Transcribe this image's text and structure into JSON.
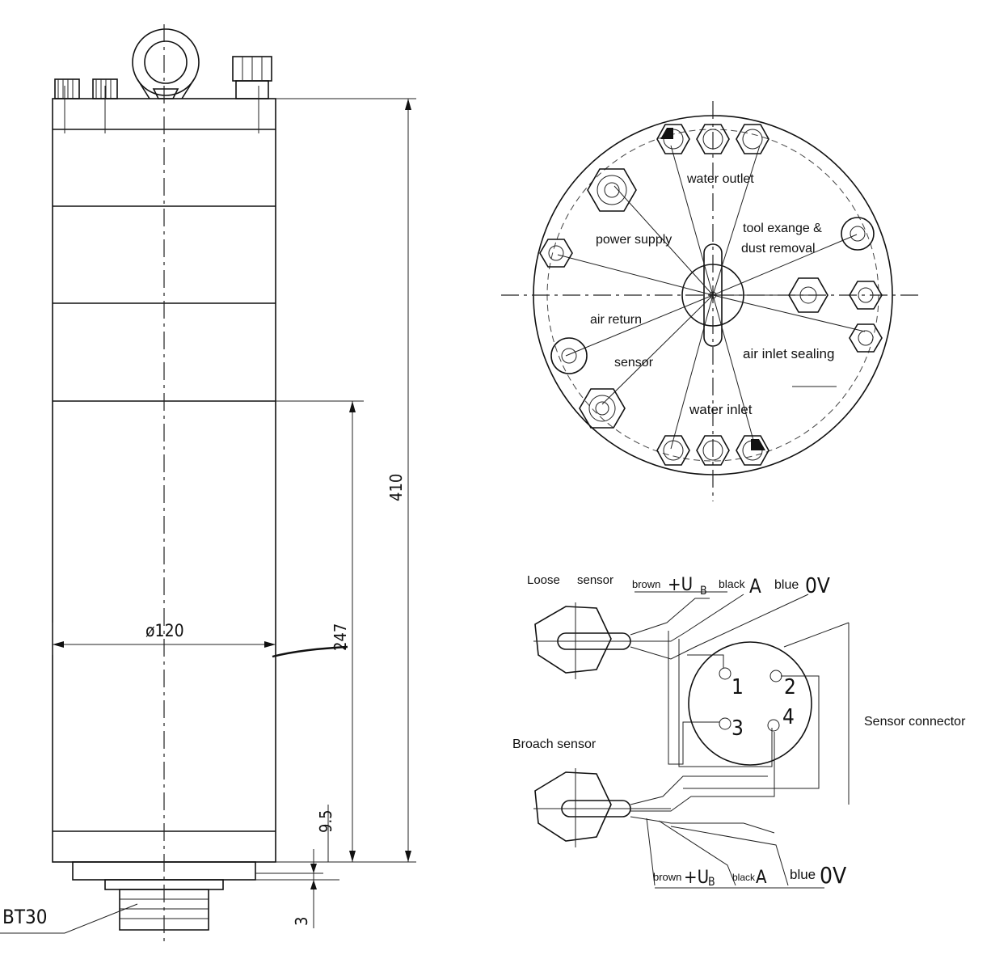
{
  "spindle_drawing": {
    "dim_total_length": "410",
    "dim_lower_length": "247",
    "dim_diameter": "ø120",
    "dim_nose_step": "9.5",
    "dim_flange_gap": "3",
    "tool_holder": "BT30"
  },
  "top_view": {
    "labels": {
      "water_outlet": "water outlet",
      "power_supply": "power supply",
      "tool_change_line1": "tool exange &",
      "tool_change_line2": "dust removal",
      "air_return": "air return",
      "sensor": "sensor",
      "air_inlet_sealing": "air inlet sealing",
      "water_inlet": "water inlet"
    }
  },
  "wiring": {
    "loose_sensor_left": "Loose",
    "loose_sensor_right": "sensor",
    "broach_sensor": "Broach sensor",
    "sensor_connector": "Sensor connector",
    "top_wires": {
      "brown": "brown",
      "brown_sym": "+U",
      "brown_sub": "B",
      "black": "black",
      "black_sym": "A",
      "blue": "blue",
      "blue_sym": "0V"
    },
    "bottom_wires": {
      "brown": "brown",
      "brown_sym": "+U",
      "brown_sub": "B",
      "black": "black",
      "black_sym": "A",
      "blue": "blue",
      "blue_sym": "0V"
    },
    "pins": [
      "1",
      "2",
      "3",
      "4"
    ]
  }
}
